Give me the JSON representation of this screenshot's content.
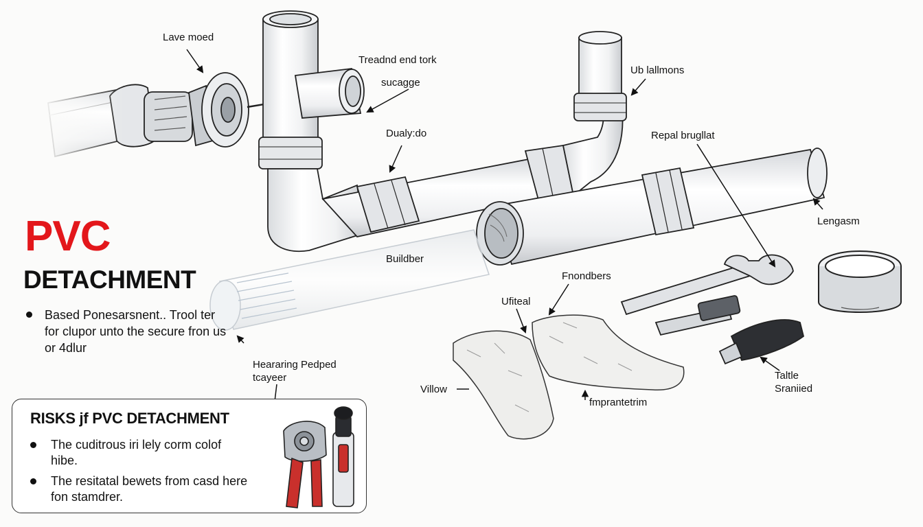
{
  "title": {
    "main": "PVC",
    "sub": "DETACHMENT"
  },
  "intro": {
    "text": "Based Ponesarsnent.. Trool ter for clupor unto the secure fron us or 4dlur"
  },
  "risks": {
    "heading": "RISKS jf PVC DETACHMENT",
    "items": [
      "The cuditrous iri lely corm colof hibe.",
      "The resitatal bewets from casd here fon stamdrer."
    ]
  },
  "labels": {
    "lave_moed": "Lave moed",
    "treadnd": "Treadnd end tork",
    "sucagge": "sucagge",
    "dualbydo": "Dualy:do",
    "ub_lallmons": "Ub lallmons",
    "repal_brugllat": "Repal brugllat",
    "lengasm": "Lengasm",
    "buildber": "Buildber",
    "fnondbers": "Fnondbers",
    "ufiteal": "Ufiteal",
    "hearing_line1": "Heararing Pedped",
    "hearing_line2": "tcayeer",
    "villow": "Villow",
    "fmprantetrim": "fmprantetrim",
    "taltle_line1": "Taltle",
    "taltle_line2": "Sraniied"
  }
}
